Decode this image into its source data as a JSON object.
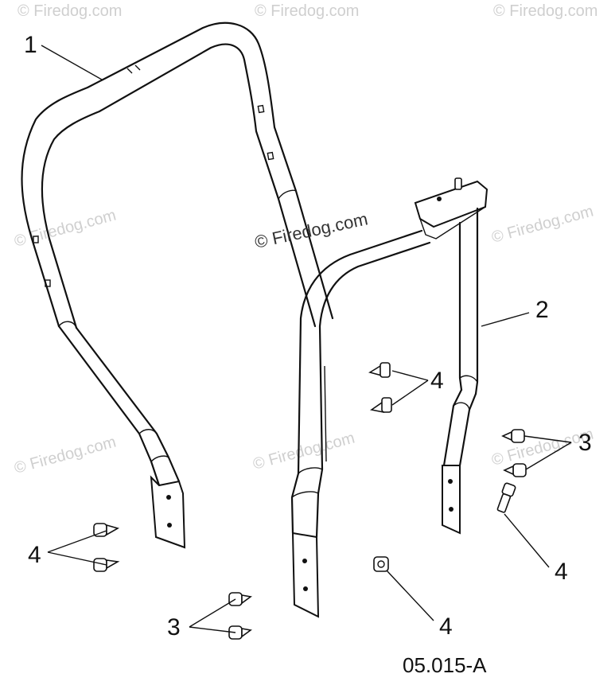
{
  "watermark": {
    "center_text": "© Firedog.com",
    "tile_text": "© Firedog.com"
  },
  "callouts": {
    "c1": "1",
    "c2": "2",
    "c3a": "3",
    "c3b": "3",
    "c4a": "4",
    "c4b": "4",
    "c4c": "4",
    "c4d": "4"
  },
  "reference": {
    "code": "05.015-A"
  },
  "colors": {
    "line": "#111111",
    "background": "#ffffff",
    "watermark": "#cfcfcf"
  }
}
